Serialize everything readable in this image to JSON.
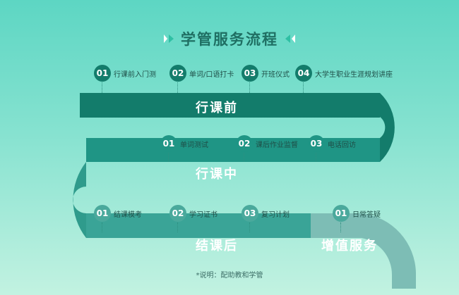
{
  "title": "学管服务流程",
  "colors": {
    "band1": "#137c6b",
    "band2": "#1f9585",
    "band3": "#3aa497",
    "band4": "#7dbdb5",
    "curve_left": "#2f9b8c",
    "badge_dark": "#137c6b",
    "badge_mid": "#1f9585",
    "badge_light": "#4aa99c"
  },
  "stages": [
    {
      "label": "行课前",
      "steps": [
        {
          "num": "01",
          "label": "行课前入门测"
        },
        {
          "num": "02",
          "label": "单词/口语打卡"
        },
        {
          "num": "03",
          "label": "开班仪式"
        },
        {
          "num": "04",
          "label": "大学生职业生涯规划讲座"
        }
      ]
    },
    {
      "label": "行课中",
      "steps": [
        {
          "num": "01",
          "label": "单词测试"
        },
        {
          "num": "02",
          "label": "课后作业监督"
        },
        {
          "num": "03",
          "label": "电话回访"
        }
      ]
    },
    {
      "label": "结课后",
      "steps": [
        {
          "num": "01",
          "label": "结课模考"
        },
        {
          "num": "02",
          "label": "学习证书"
        },
        {
          "num": "03",
          "label": "复习计划"
        }
      ]
    },
    {
      "label": "增值服务",
      "steps": [
        {
          "num": "01",
          "label": "日常答疑"
        }
      ]
    }
  ],
  "note": "*说明：配助教和学管"
}
